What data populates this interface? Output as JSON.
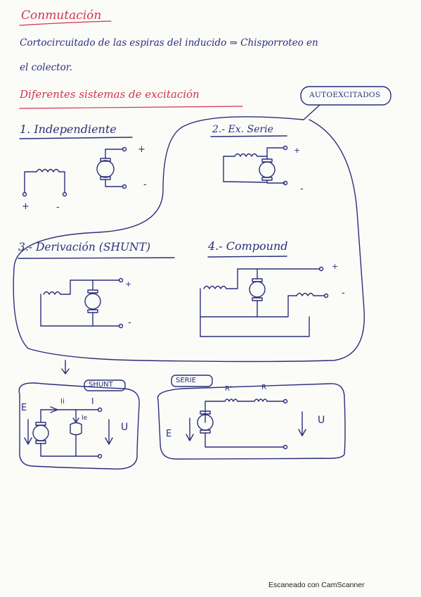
{
  "title": "Conmutación",
  "line1": "Cortocircuitado de las espiras del inducido ⇒ Chisporroteo en",
  "line2": "el colector.",
  "subtitle": "Diferentes sistemas de excitación",
  "autoexcitados": "AUTOEXCITADOS",
  "sections": [
    {
      "label": "1. Independiente"
    },
    {
      "label": "2.- Ex. Serie"
    },
    {
      "label": "3.- Derivación (SHUNT)"
    },
    {
      "label": "4.- Compound"
    }
  ],
  "signs": {
    "plus": "+",
    "minus": "-"
  },
  "shunt_box": {
    "title": "SHUNT",
    "E": "E",
    "Ii": "Ii",
    "I": "I",
    "Ie": "Ie",
    "U": "U"
  },
  "serie_box": {
    "title": "SERIE",
    "R1": "R'",
    "R2": "R",
    "E": "E",
    "U": "U"
  },
  "footer": "Escaneado con CamScanner",
  "colors": {
    "ink": "#2b2f7a",
    "red": "#d2334f"
  }
}
